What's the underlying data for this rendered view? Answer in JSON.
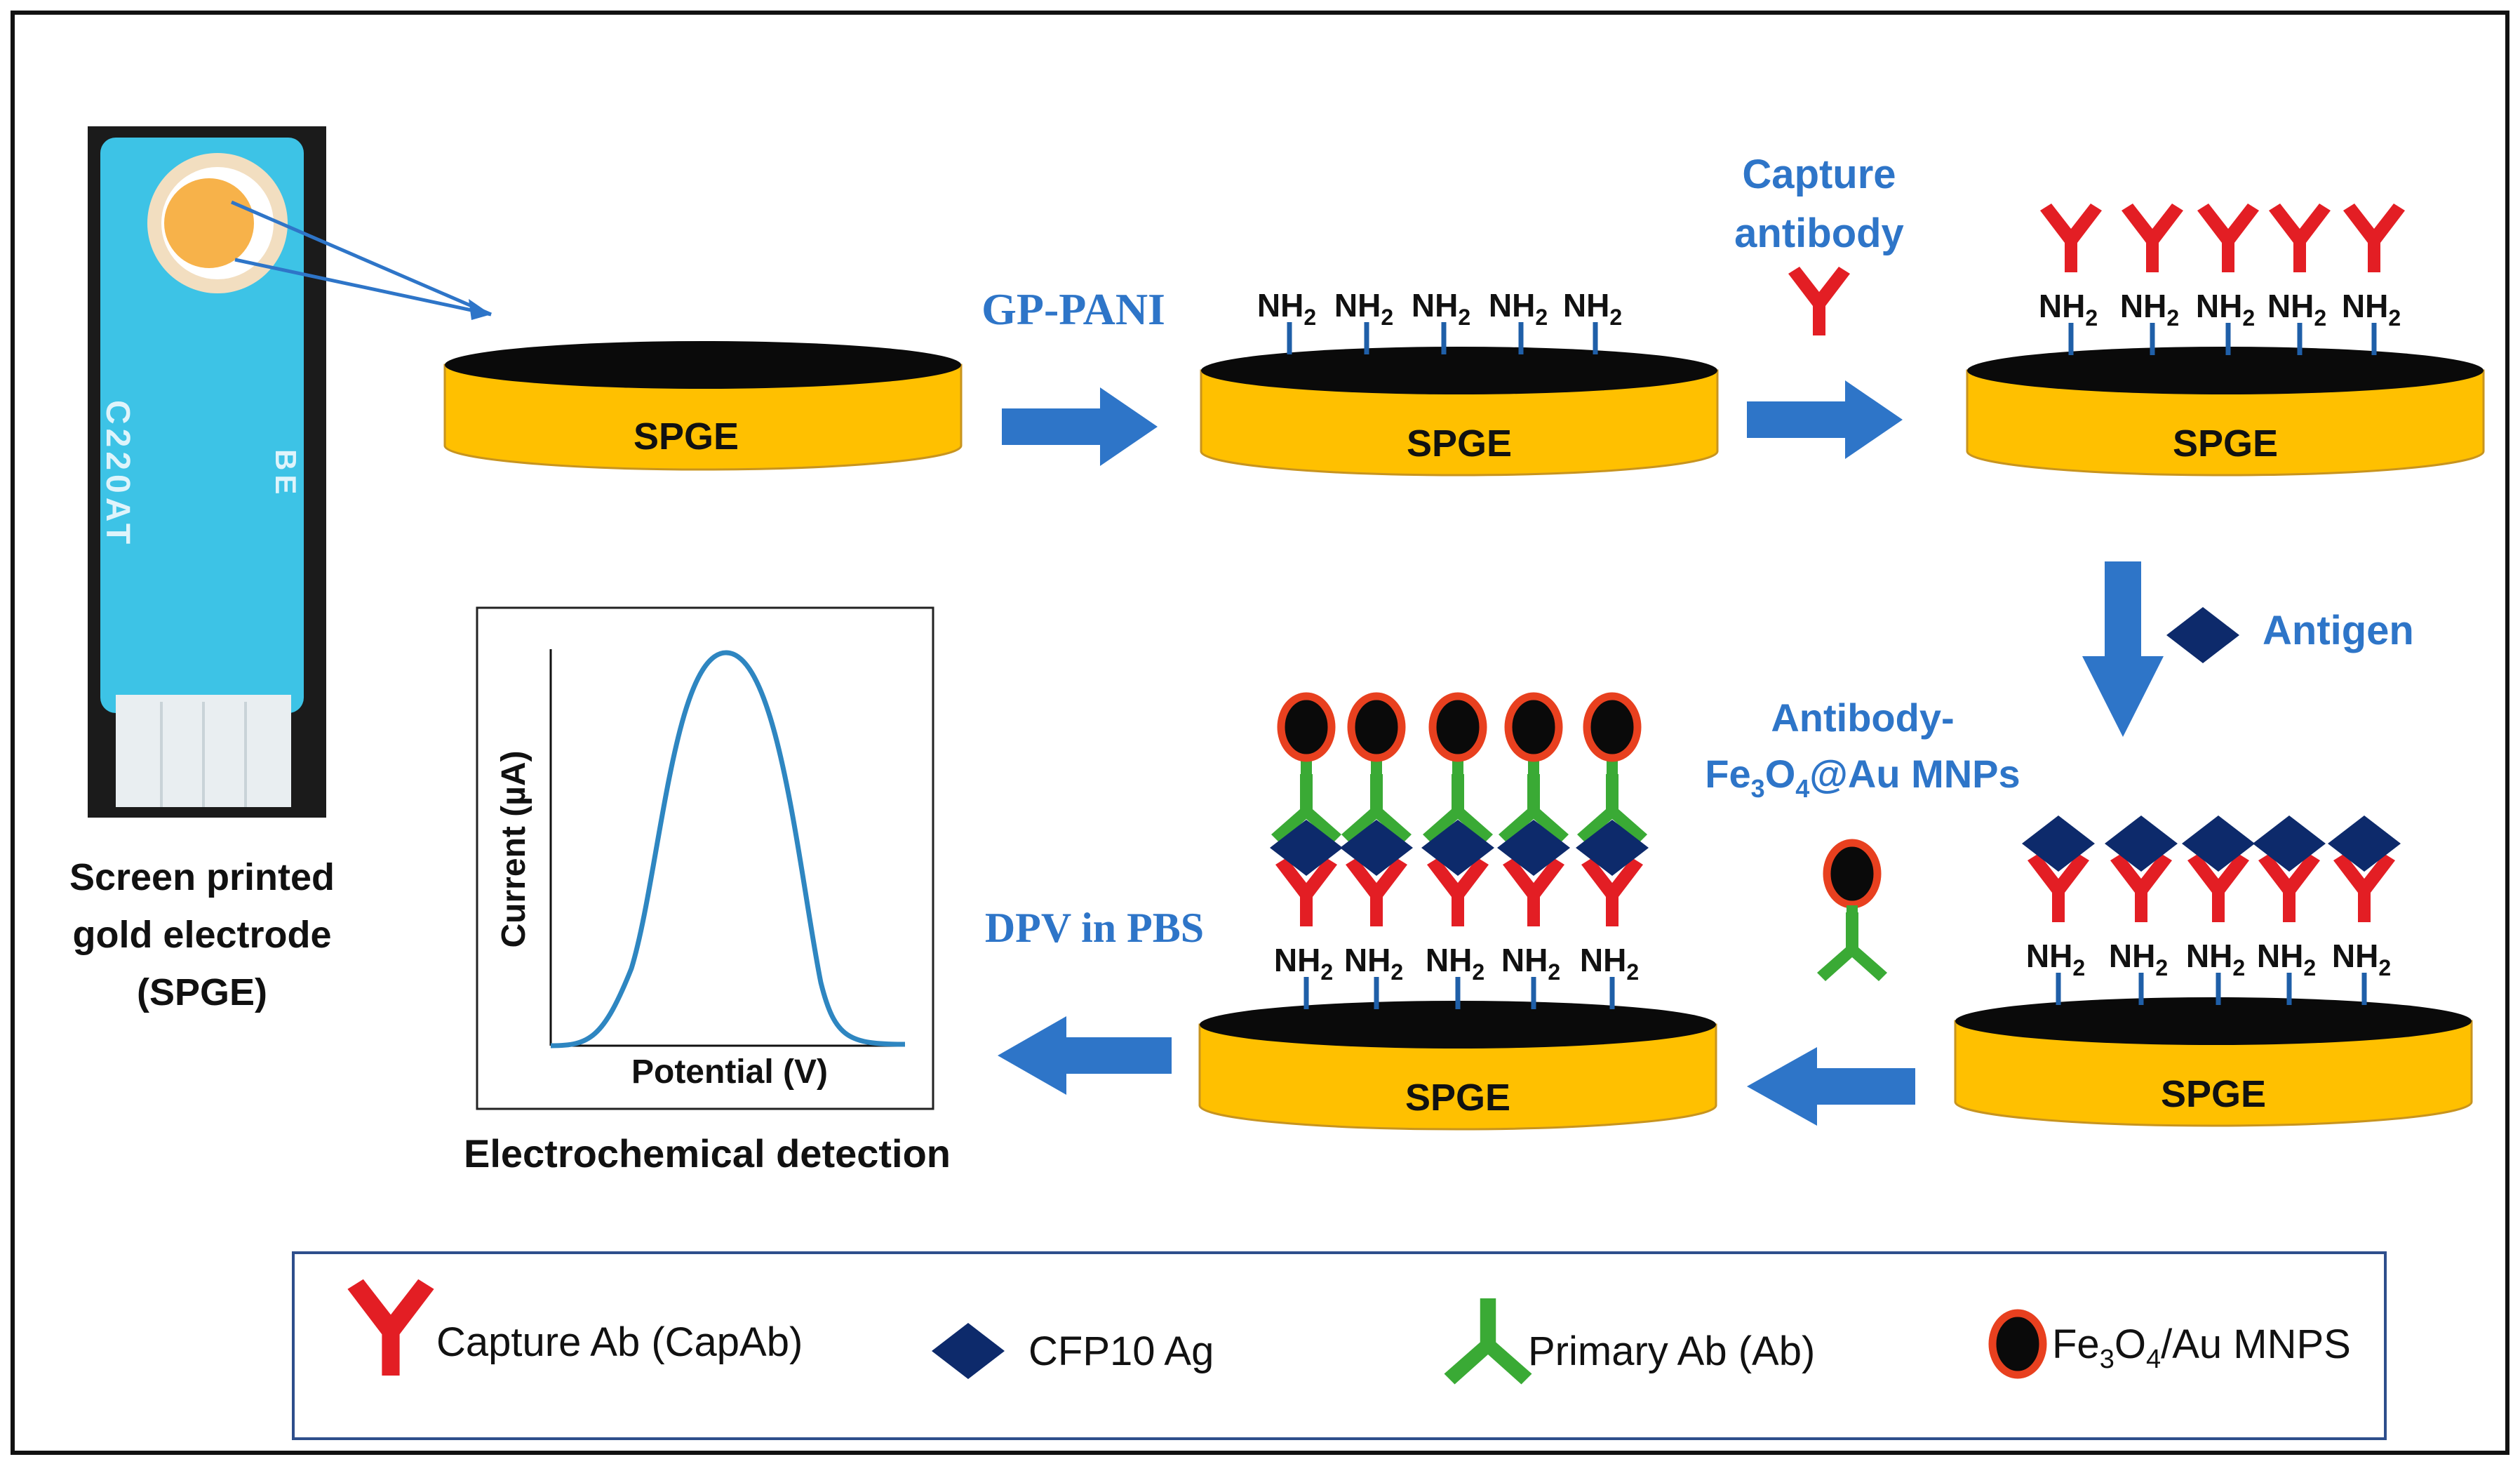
{
  "electrode": {
    "code_left": "C220AT",
    "code_right": "BE",
    "caption_line1": "Screen printed",
    "caption_line2": "gold electrode",
    "caption_line3": "(SPGE)"
  },
  "disk_label": "SPGE",
  "amine": {
    "base": "NH",
    "sub": "2"
  },
  "steps": {
    "gp_pani": "GP-PANI",
    "capture_line1": "Capture",
    "capture_line2": "antibody",
    "antigen": "Antigen",
    "conj_line1": "Antibody-",
    "conj_fe": "Fe",
    "conj_sub3": "3",
    "conj_o": "O",
    "conj_sub4": "4",
    "conj_rest": "@Au MNPs",
    "dpv": "DPV in PBS"
  },
  "plot": {
    "ylabel": "Current (µA)",
    "xlabel": "Potential (V)",
    "caption": "Electrochemical detection"
  },
  "legend": {
    "capture_ab": "Capture Ab (CapAb)",
    "antigen": "CFP10 Ag",
    "primary_ab": "Primary Ab (Ab)",
    "mnp_fe": "Fe",
    "mnp_sub3": "3",
    "mnp_o": "O",
    "mnp_sub4": "4",
    "mnp_rest": "/Au MNPS"
  },
  "colors": {
    "gold": "#FFC000",
    "gold_edge": "#C8941E",
    "electrode_blue": "#3DC3E6",
    "arrow_blue": "#2E75C8",
    "text_blue": "#2E75C8",
    "capture_red": "#E31E24",
    "antigen_navy": "#0D2A6B",
    "primary_green": "#3AAA35",
    "mnp_ring": "#E8401F",
    "amine_blue": "#1F5FA8"
  },
  "icons": {
    "capture_antibody": "y-shape-icon",
    "antigen": "diamond-icon",
    "primary_antibody": "green-y-icon",
    "nanoparticle": "ellipse-particle-icon"
  }
}
